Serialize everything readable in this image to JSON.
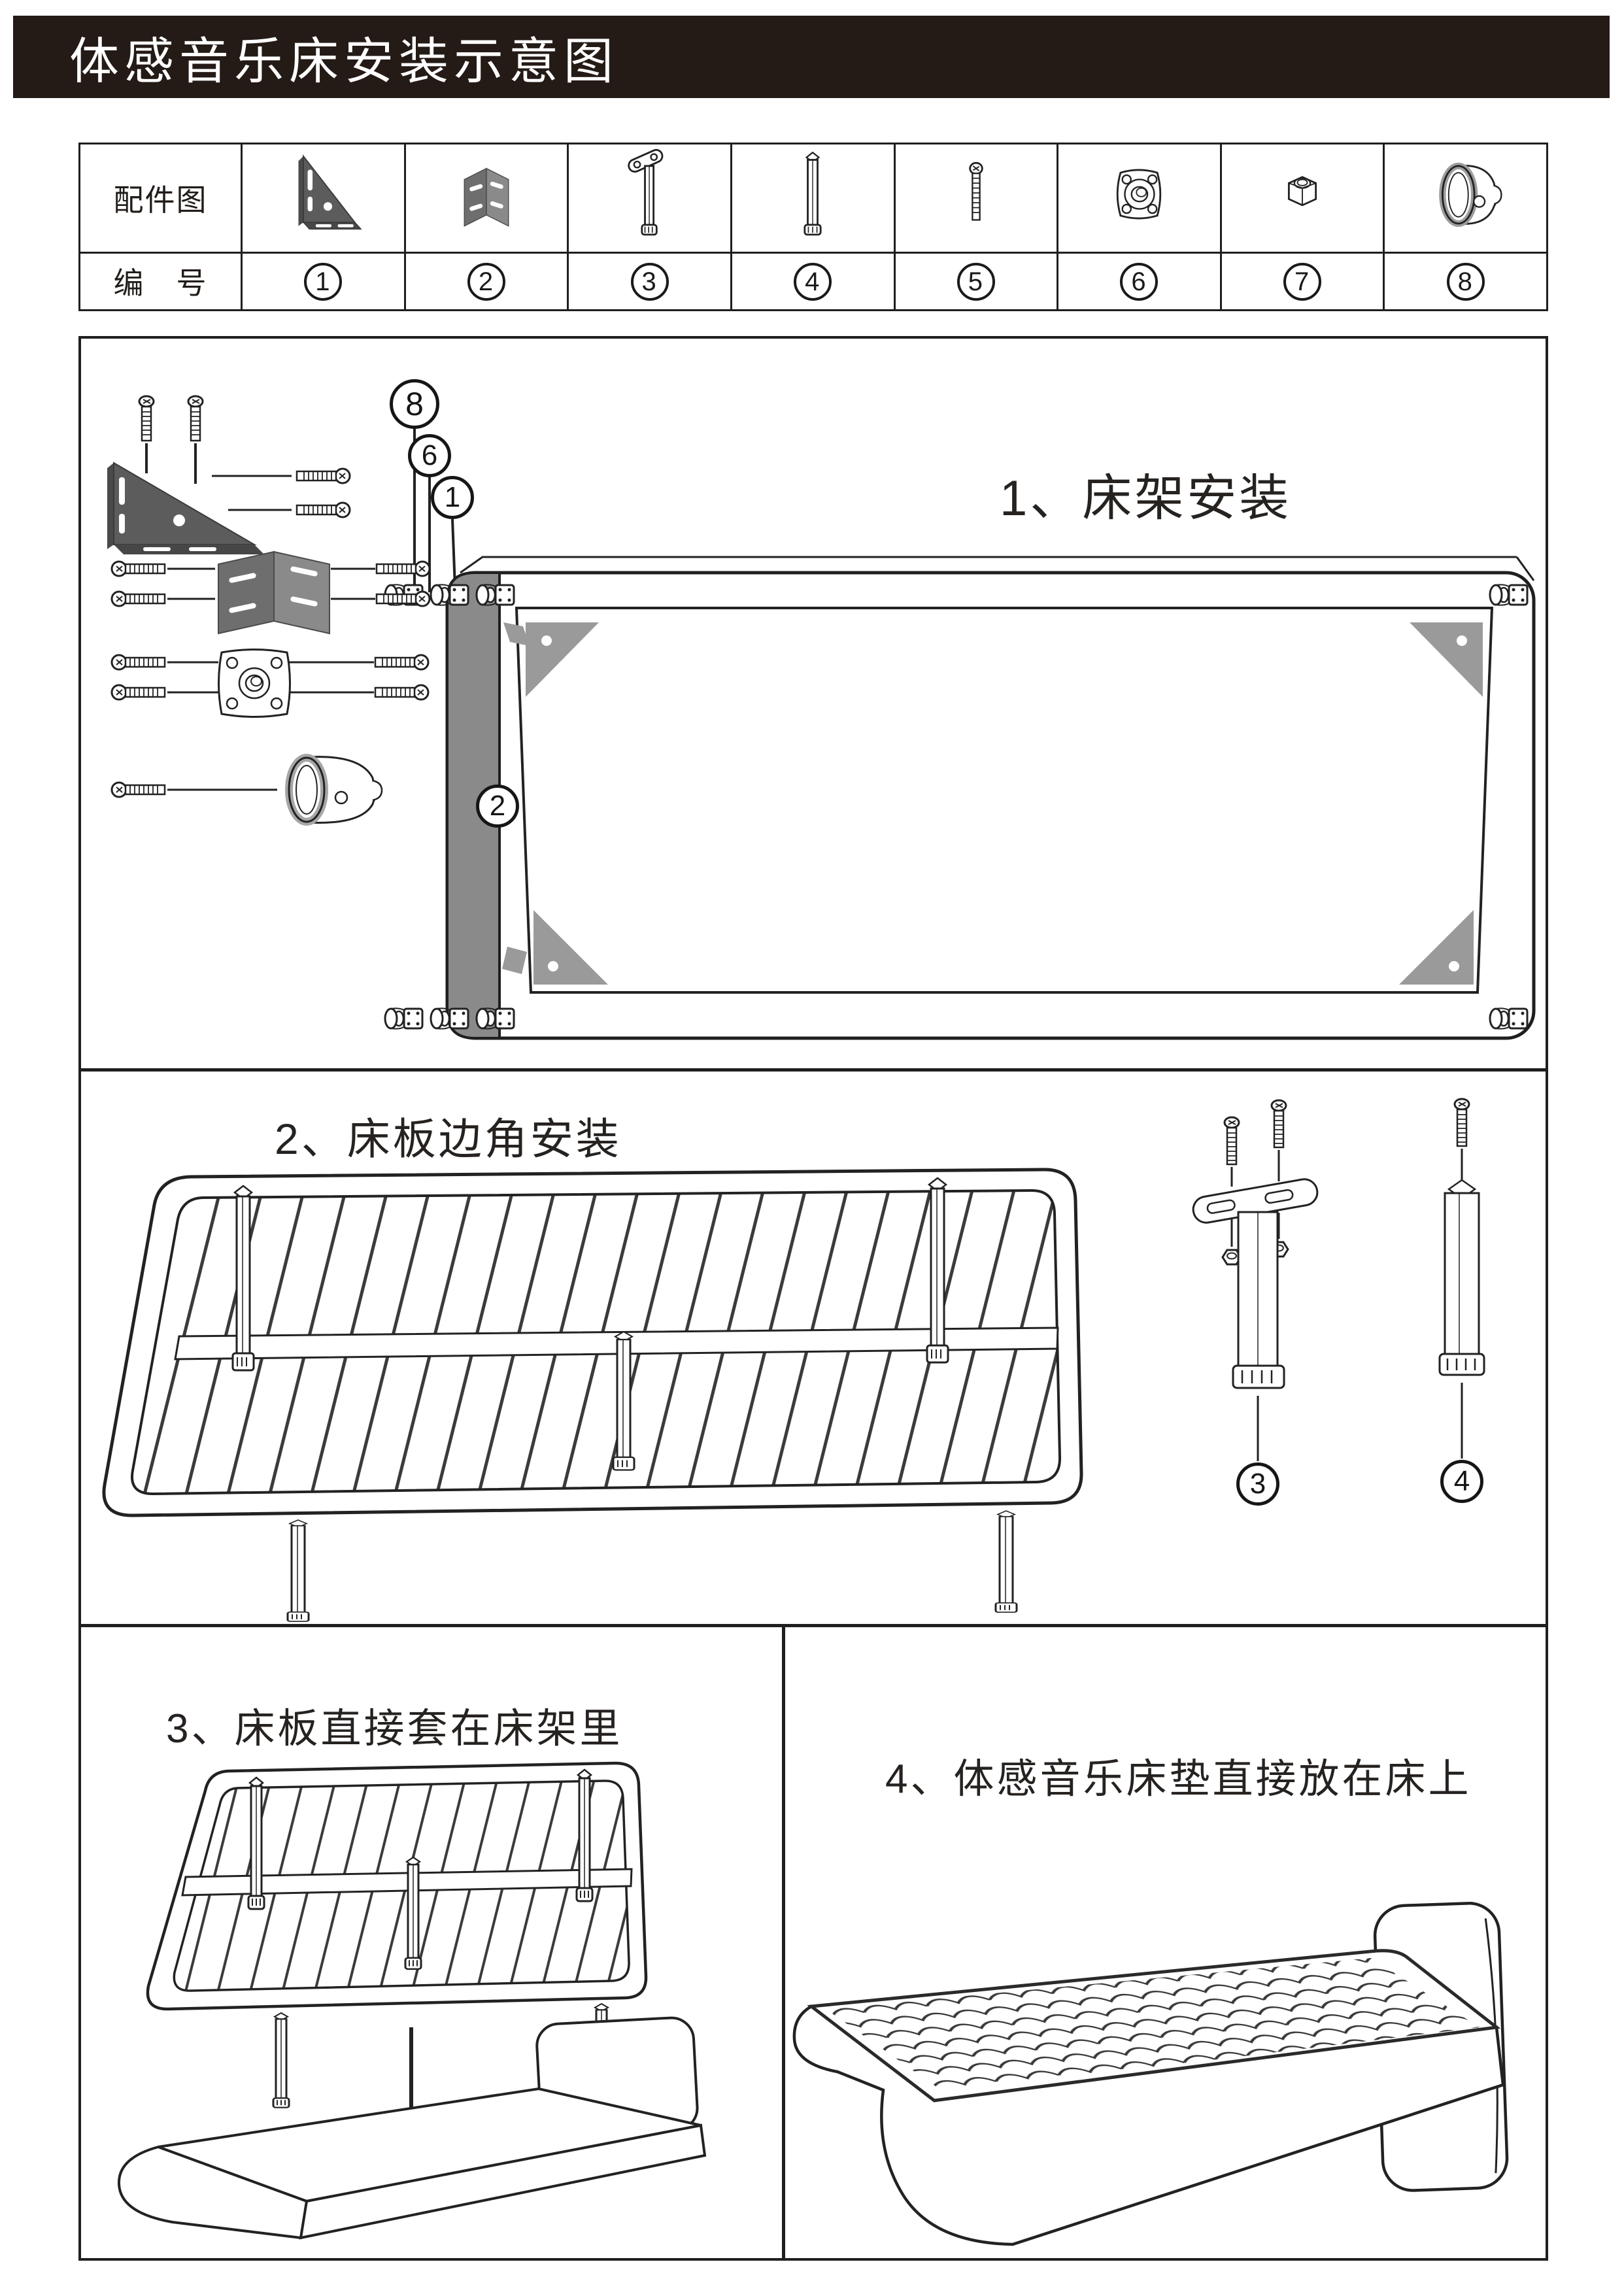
{
  "header": {
    "title": "体感音乐床安装示意图",
    "bg_color": "#241a16",
    "text_color": "#ffffff"
  },
  "parts_table": {
    "row1_label": "配件图",
    "row2_label": "编　号",
    "parts": [
      {
        "num": "1",
        "icon": "corner-triangle-bracket-icon"
      },
      {
        "num": "2",
        "icon": "angle-bracket-icon"
      },
      {
        "num": "3",
        "icon": "center-leg-with-plate-icon"
      },
      {
        "num": "4",
        "icon": "square-tube-leg-icon"
      },
      {
        "num": "5",
        "icon": "screw-icon"
      },
      {
        "num": "6",
        "icon": "flange-mount-plate-icon"
      },
      {
        "num": "7",
        "icon": "hex-nut-icon"
      },
      {
        "num": "8",
        "icon": "music-transducer-icon"
      }
    ]
  },
  "sections": [
    {
      "label": "1、床架安装",
      "callouts": [
        "8",
        "6",
        "1",
        "2"
      ]
    },
    {
      "label": "2、床板边角安装",
      "callouts": [
        "3",
        "4"
      ]
    },
    {
      "label": "3、床板直接套在床架里",
      "callouts": []
    },
    {
      "label": "4、体感音乐床垫直接放在床上",
      "callouts": []
    }
  ],
  "colors": {
    "line": "#222222",
    "rail_gray": "#8a8a8a",
    "bracket_gray": "#9a9a9a",
    "part_dark_gray": "#5c5c5c"
  }
}
